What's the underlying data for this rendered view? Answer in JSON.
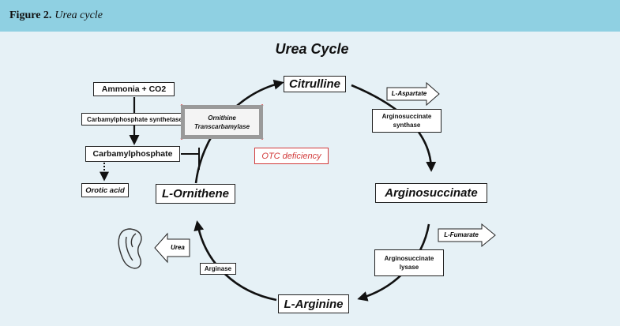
{
  "figure": {
    "label": "Figure 2.",
    "caption": "Urea cycle"
  },
  "diagram": {
    "title": "Urea Cycle",
    "nodes": {
      "citrulline": "Citrulline",
      "arginosuccinate": "Arginosuccinate",
      "l_arginine": "L-Arginine",
      "l_ornithene": "L-Ornithene",
      "ammonia_co2": "Ammonia + CO2",
      "carbamylphosphate": "Carbamylphosphate",
      "orotic_acid": "Orotic acid"
    },
    "enzymes": {
      "carbamylphosphate_synthetase": "Carbamylphosphate synthetase",
      "otc_line1": "Ornithine",
      "otc_line2": "Transcarbamylase",
      "arginosuccinate_synthase_line1": "Arginosuccinate",
      "arginosuccinate_synthase_line2": "synthase",
      "arginosuccinate_lyase_line1": "Arginosuccinate",
      "arginosuccinate_lyase_line2": "lysase",
      "arginase": "Arginase"
    },
    "side_products": {
      "l_aspartate": "L-Aspartate",
      "l_fumarate": "L-Fumarate",
      "urea": "Urea"
    },
    "otc_deficiency": "OTC deficiency",
    "colors": {
      "header": "#8fd0e2",
      "panel": "#e6f1f6",
      "deficiency": "#d23a3a"
    }
  }
}
